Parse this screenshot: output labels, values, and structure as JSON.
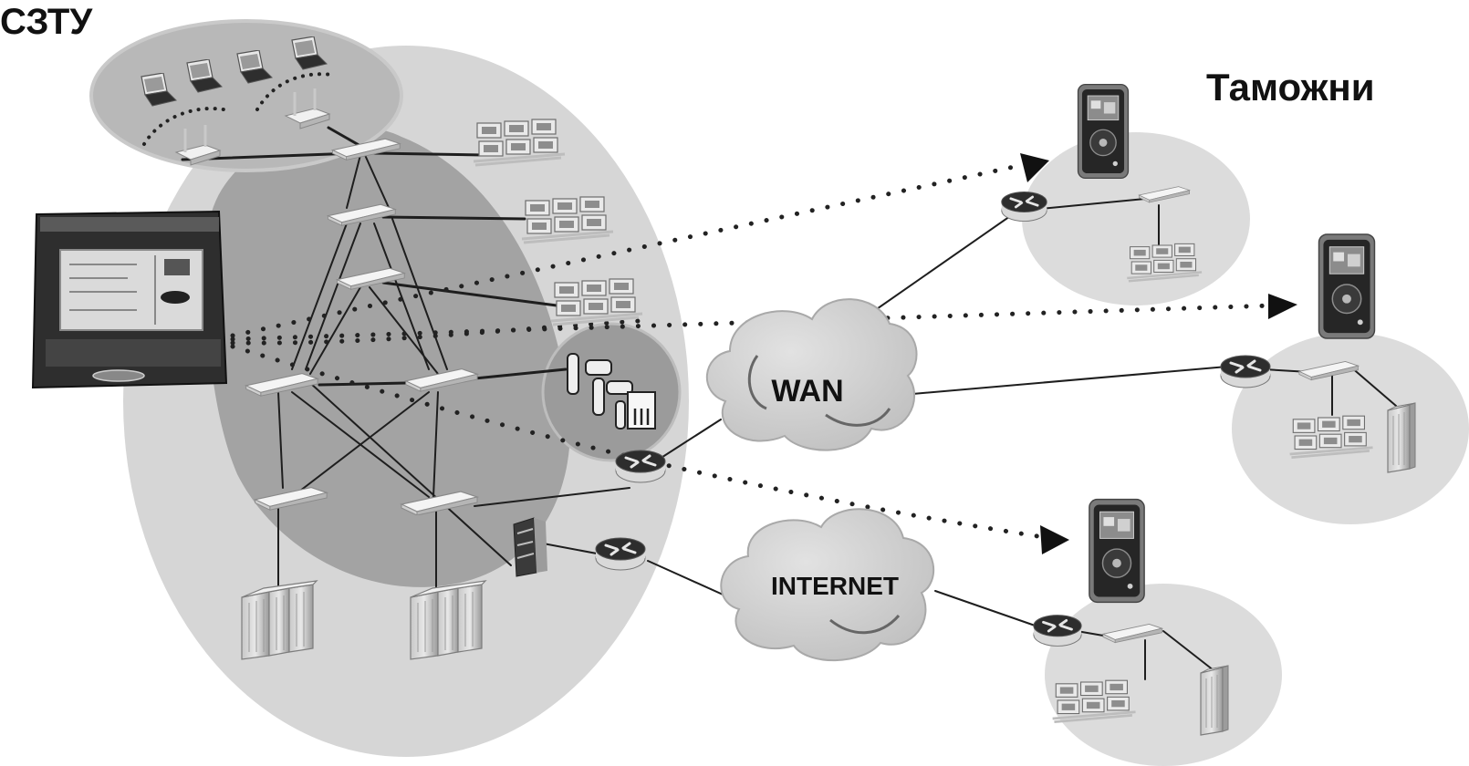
{
  "diagram": {
    "headquarters_label": "СЗТУ",
    "branches_label": "Таможни",
    "clouds": {
      "wan": "WAN",
      "internet": "INTERNET"
    },
    "colors": {
      "background": "#ffffff",
      "outer_zone": "#d6d6d6",
      "inner_zone": "#a3a3a3",
      "wireless_zone": "#b8b8b8",
      "branch_zone": "#dcdcdc",
      "cloud": "#cfcfcf",
      "link": "#1e1e1e"
    },
    "components": {
      "central_monitor": "network-analyzer-terminal",
      "wireless_laptops": 4,
      "wireless_access_points": 2,
      "core_switches": 6,
      "workstation_groups_hq": 3,
      "server_racks_hq": 2,
      "application_gateway": "security-appliance",
      "firewall": "firewall",
      "edge_routers_hq": 2,
      "branch_sites": 3,
      "handheld_devices": 3
    },
    "branches": [
      {
        "name": "branch-top",
        "has_server": false
      },
      {
        "name": "branch-middle",
        "has_server": true
      },
      {
        "name": "branch-bottom",
        "has_server": true
      }
    ]
  }
}
